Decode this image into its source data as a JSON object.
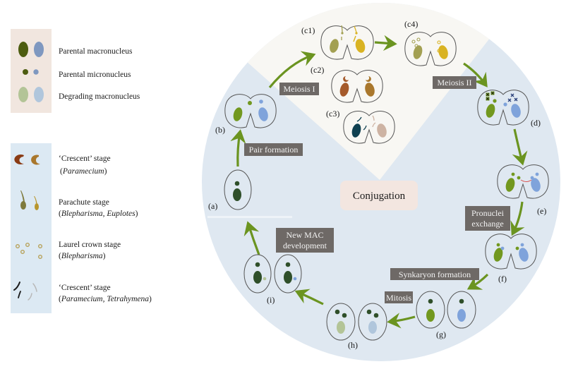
{
  "colors": {
    "circle_bg": "#dfe8f1",
    "wedge_bg": "#f8f7f3",
    "legend_top_bg": "#f1e6df",
    "legend_bottom_bg": "#dce9f3",
    "label_box": "#6e6966",
    "conj_box": "#f3e6e0",
    "arrow": "#6b9420",
    "green_mac": "#72981f",
    "blue_mac": "#7fa3db",
    "dark_green": "#2f4f2a",
    "olive_mac": "#4d5c10",
    "steel_blue": "#7f98c0",
    "pale_green": "#b3c497",
    "pale_blue": "#b0c6dc",
    "olive_khaki": "#a3a052",
    "gold": "#d9b322",
    "rust": "#a55a2a",
    "bronze": "#a9772c",
    "teal_dark": "#0f4050",
    "mauve": "#cdb3a3",
    "crescent_brown": "#8a3b14",
    "parachute_olive": "#7e7a3c",
    "parachute_gold": "#b8962e",
    "ring_gold": "#b7a25a",
    "exchange_red": "#d9534f"
  },
  "legend": {
    "nuclei": [
      {
        "label": "Parental macronucleus",
        "icon": "parental-macronucleus-icon"
      },
      {
        "label": "Parental micronucleus",
        "icon": "parental-micronucleus-icon"
      },
      {
        "label": "Degrading macronucleus",
        "icon": "degrading-macronucleus-icon"
      }
    ],
    "stages": [
      {
        "line1": "‘Crescent’ stage",
        "line2_open": "(",
        "line2_italic": "Paramecium",
        "line2_close": ")",
        "icon": "crescent-paramecium-icon"
      },
      {
        "line1": "Parachute stage",
        "line2_open": "(",
        "line2_italic": "Blepharisma, Euplotes",
        "line2_close": ")",
        "icon": "parachute-icon"
      },
      {
        "line1": "Laurel crown stage",
        "line2_open": "(",
        "line2_italic": "Blepharisma",
        "line2_close": ")",
        "icon": "laurel-crown-icon"
      },
      {
        "line1": "‘Crescent’ stage",
        "line2_open": "(",
        "line2_italic": "Paramecium, Tetrahymena",
        "line2_close": ")",
        "icon": "crescent-tetrahymena-icon"
      }
    ]
  },
  "diagram": {
    "center_label": "Conjugation",
    "stage_labels": {
      "a": "(a)",
      "b": "(b)",
      "c1": "(c1)",
      "c2": "(c2)",
      "c3": "(c3)",
      "c4": "(c4)",
      "d": "(d)",
      "e": "(e)",
      "f": "(f)",
      "g": "(g)",
      "h": "(h)",
      "i": "(i)"
    },
    "process_labels": {
      "pair_formation": "Pair formation",
      "meiosis_1": "Meiosis I",
      "meiosis_2": "Meiosis II",
      "pronuclei_1": "Pronuclei",
      "pronuclei_2": "exchange",
      "synkaryon": "Synkaryon formation",
      "mitosis": "Mitosis",
      "new_mac_1": "New MAC",
      "new_mac_2": "development"
    }
  }
}
